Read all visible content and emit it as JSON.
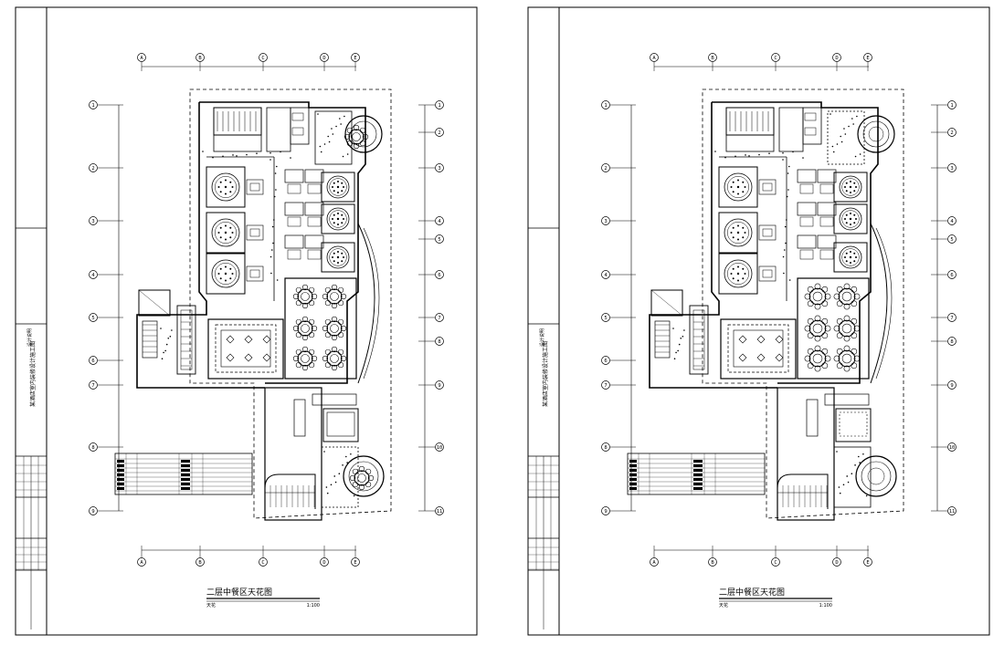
{
  "sheets": [
    {
      "id": "left",
      "title": "二层中餐区天花图",
      "scale_text": "1:100",
      "note_text": "天花",
      "title_block": {
        "project": "某酒店室内装修设计施工图",
        "label": "设计说明"
      }
    },
    {
      "id": "right",
      "title": "二层中餐区天花图",
      "scale_text": "1:100",
      "note_text": "天花",
      "title_block": {
        "project": "某酒店室内装修设计施工图",
        "label": "设计说明"
      }
    }
  ],
  "grid": {
    "columns_top": [
      "A",
      "B",
      "C",
      "D",
      "E"
    ],
    "rows_left": [
      "1",
      "2",
      "3",
      "4",
      "5",
      "6",
      "7",
      "8",
      "9"
    ],
    "rows_right": [
      "1",
      "2",
      "3",
      "4",
      "5",
      "6",
      "7",
      "8",
      "9",
      "10",
      "11"
    ]
  },
  "colors": {
    "line": "#000000",
    "paper": "#ffffff"
  }
}
